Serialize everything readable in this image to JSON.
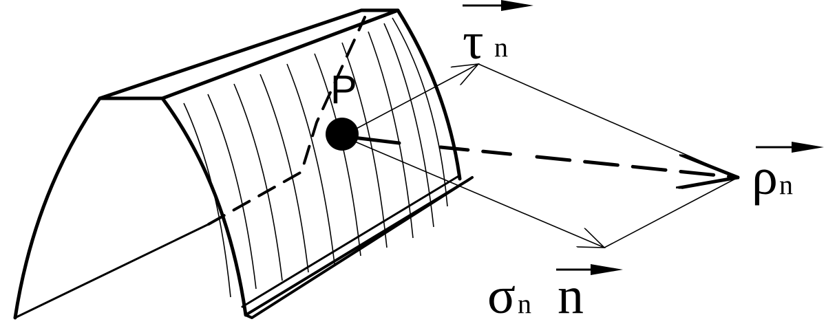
{
  "labels": {
    "point": "P",
    "tau_symbol": "τ",
    "tau_sub": "n",
    "rho_symbol": "ρ",
    "rho_sub": "n",
    "sigma_symbol": "σ",
    "sigma_sub": "n",
    "normal_symbol": "n"
  },
  "colors": {
    "ink": "#000000",
    "background": "#ffffff"
  }
}
